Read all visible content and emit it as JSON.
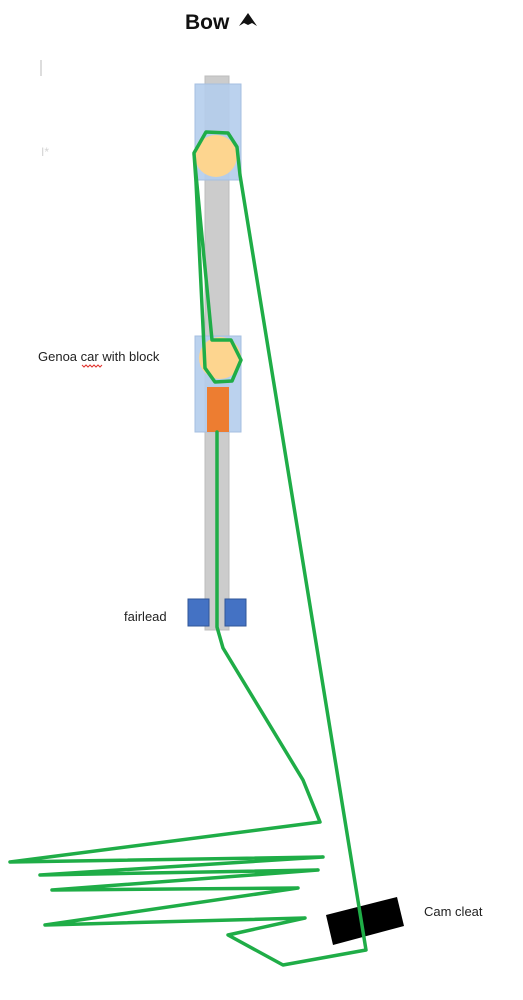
{
  "title": "Bow",
  "labels": {
    "genoa_car": "Genoa car with block",
    "fairlead": "fairlead",
    "cam_cleat": "Cam cleat"
  },
  "colors": {
    "track": "#cccccc",
    "car": "#b4cdec",
    "sheave": "#fdd58f",
    "stopper": "#ed7d31",
    "fairlead": "#4472c4",
    "line": "#1fad47",
    "cleat": "#000000"
  },
  "icons": [
    "bow-arrow-icon"
  ]
}
